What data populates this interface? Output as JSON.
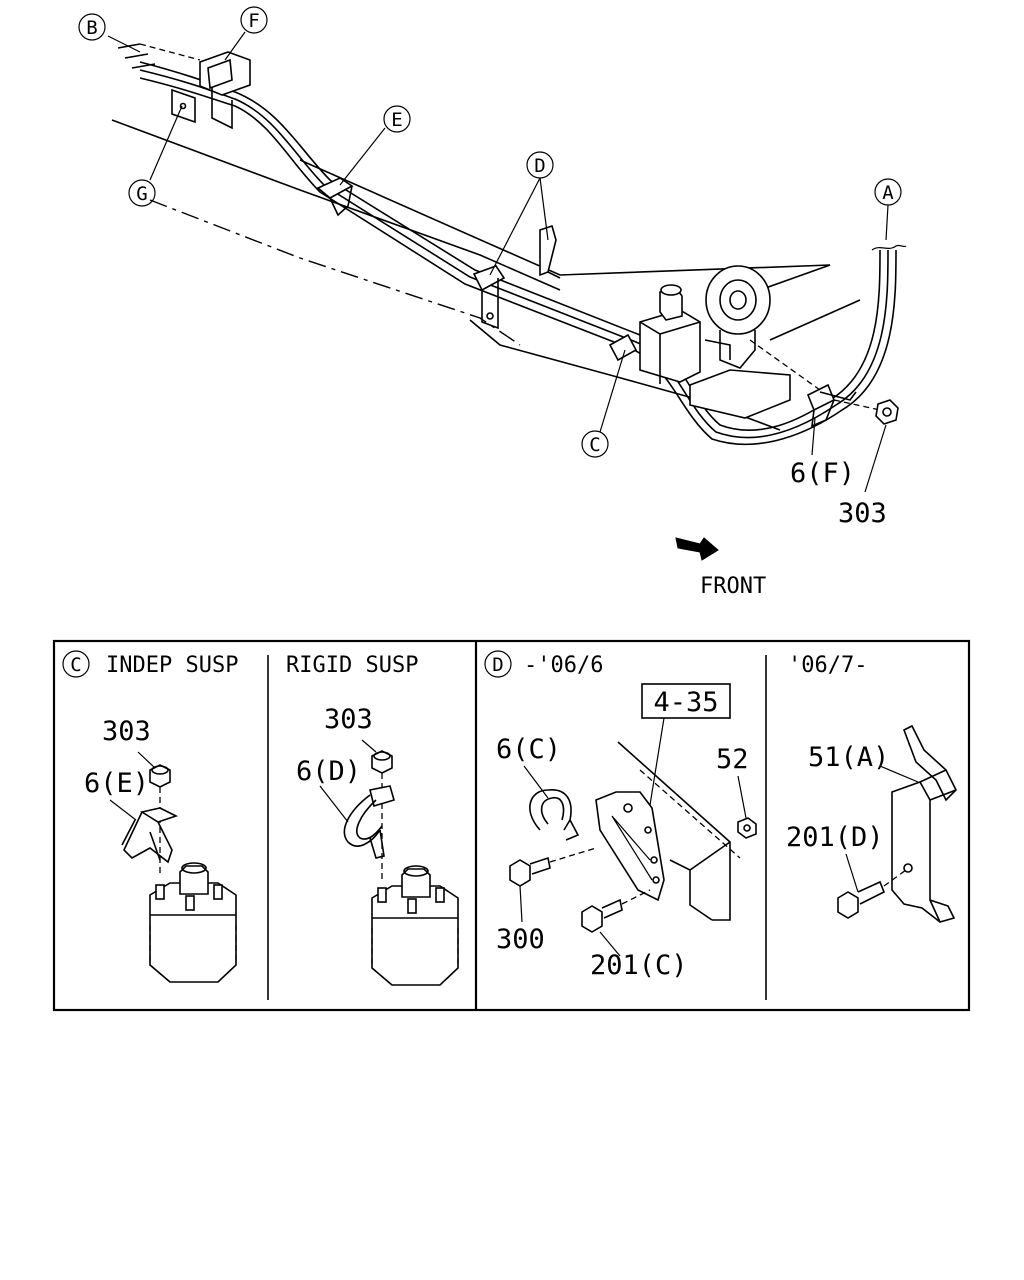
{
  "callouts": {
    "a": "A",
    "b": "B",
    "c": "C",
    "d": "D",
    "e": "E",
    "f": "F",
    "g": "G"
  },
  "main": {
    "label_6f": "6(F)",
    "label_303": "303",
    "front": "FRONT"
  },
  "detail_c": {
    "marker": "C",
    "indep_title": "INDEP SUSP",
    "rigid_title": "RIGID SUSP",
    "indep_303": "303",
    "indep_6e": "6(E)",
    "rigid_303": "303",
    "rigid_6d": "6(D)"
  },
  "detail_d": {
    "marker": "D",
    "early_title": "-'06/6",
    "late_title": "'06/7-",
    "ref_box": "4-35",
    "label_6c": "6(C)",
    "label_52": "52",
    "label_300": "300",
    "label_201c": "201(C)",
    "label_51a": "51(A)",
    "label_201d": "201(D)"
  }
}
